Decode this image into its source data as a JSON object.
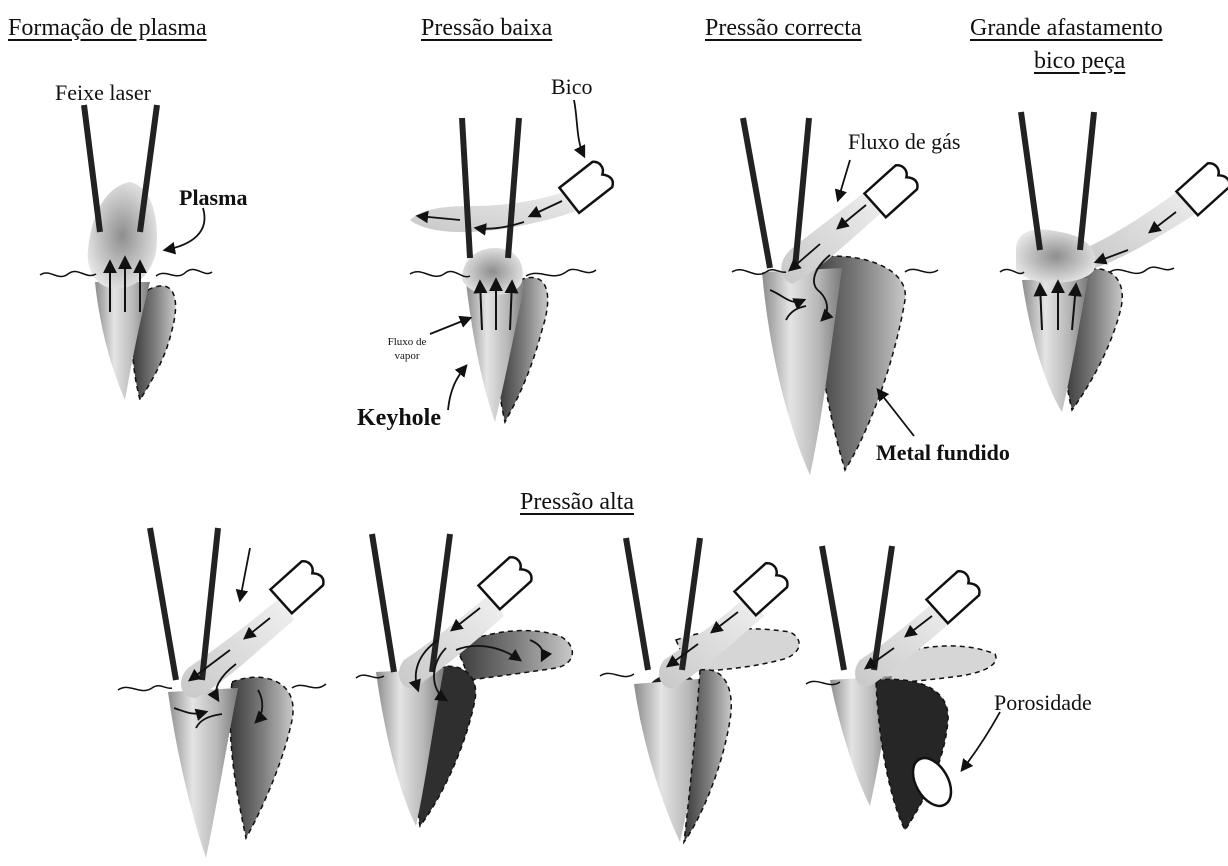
{
  "titles": {
    "plasma": "Formação de plasma",
    "low": "Pressão baixa",
    "correct": "Pressão correcta",
    "gap_line1": "Grande afastamento",
    "gap_line2": "bico peça",
    "high": "Pressão alta"
  },
  "labels": {
    "laser_beam": "Feixe laser",
    "plasma": "Plasma",
    "nozzle": "Bico",
    "vapor_flow_line1": "Fluxo de",
    "vapor_flow_line2": "vapor",
    "keyhole": "Keyhole",
    "gas_flow": "Fluxo de gás",
    "molten_metal": "Metal fundido",
    "porosity": "Porosidade"
  },
  "colors": {
    "ink": "#111111",
    "gas": "#dcdcdc",
    "keyhole_light": "#e2e2e2",
    "keyhole_mid": "#9a9a9a",
    "melt_dark": "#2a2a2a",
    "plasma": "#bdbdbd"
  }
}
